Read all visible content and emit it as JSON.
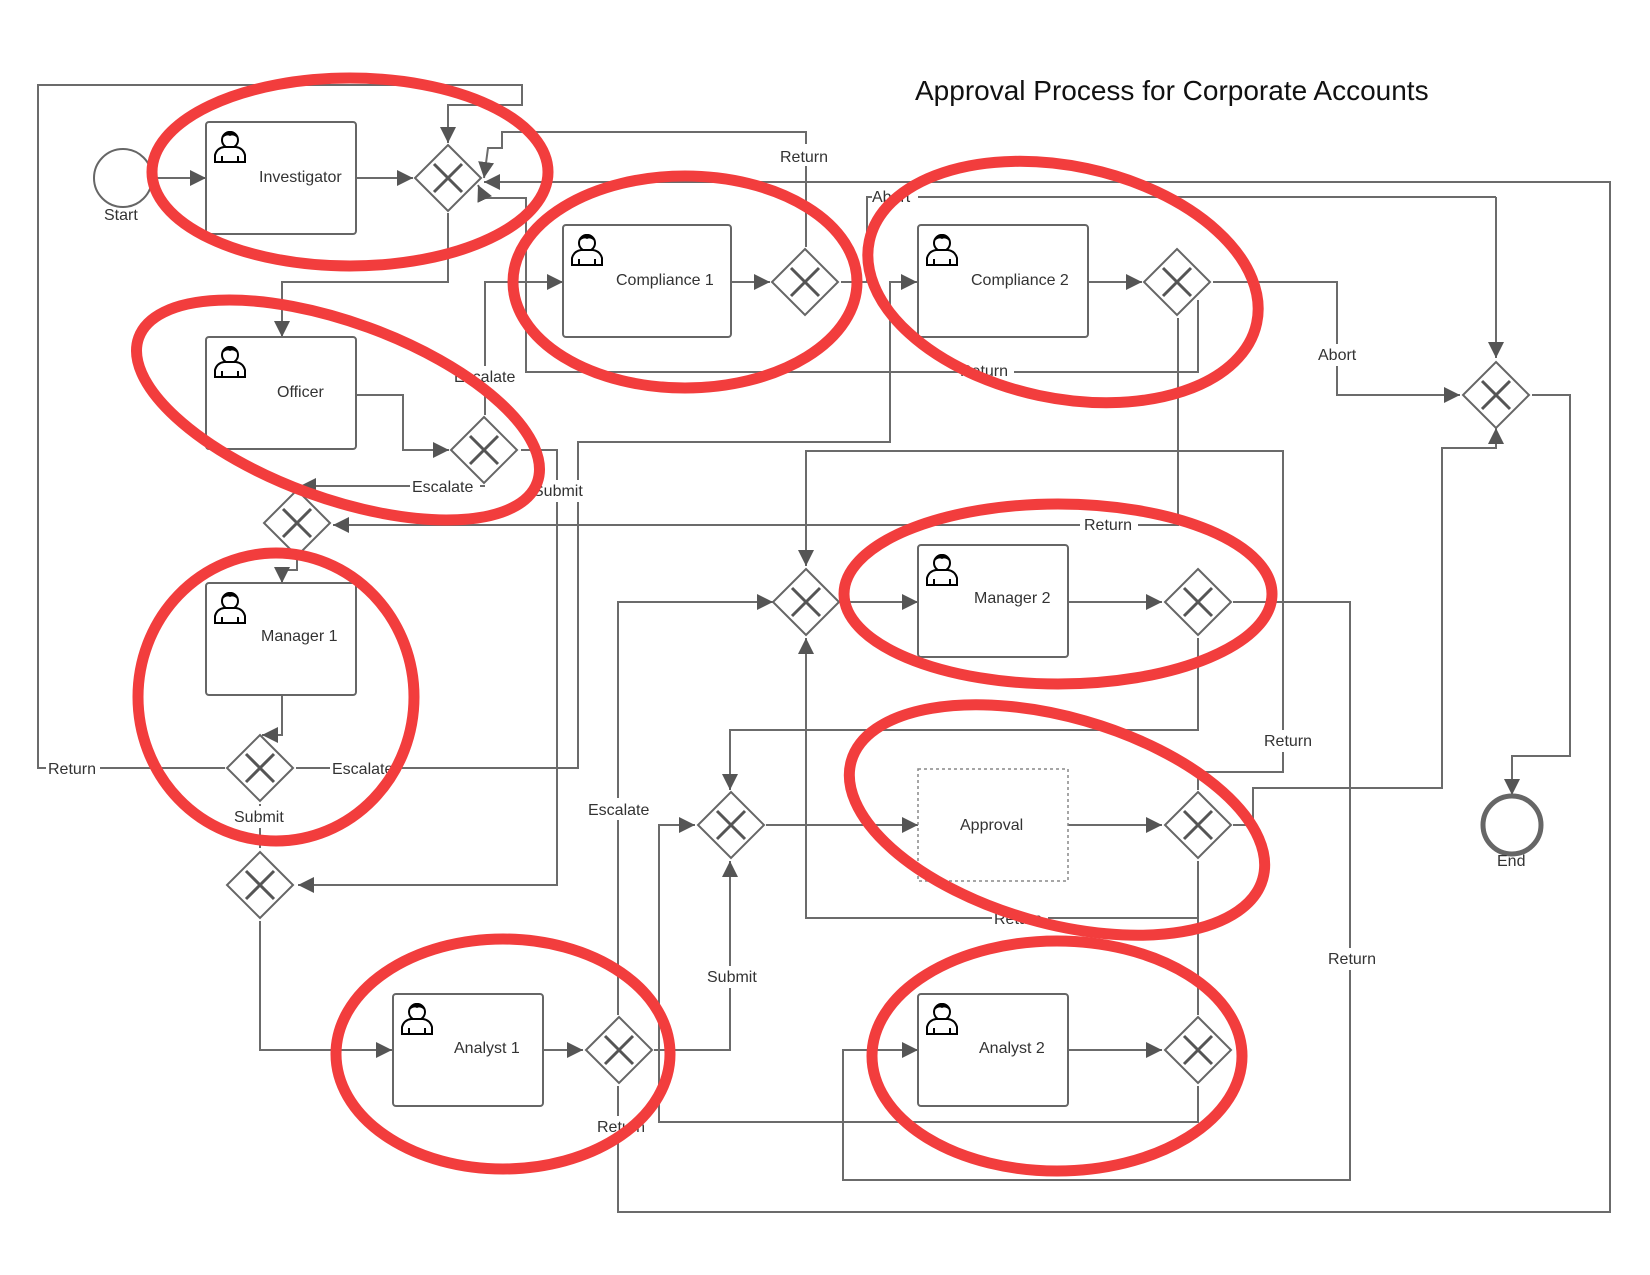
{
  "title": "Approval Process for Corporate Accounts",
  "events": {
    "start": "Start",
    "end": "End"
  },
  "tasks": {
    "investigator": "Investigator",
    "compliance1": "Compliance 1",
    "compliance2": "Compliance 2",
    "officer": "Officer",
    "manager1": "Manager 1",
    "manager2": "Manager 2",
    "approval": "Approval",
    "analyst1": "Analyst 1",
    "analyst2": "Analyst 2"
  },
  "edge_labels": {
    "return_compliance1": "Return",
    "abort_compliance1": "Abort",
    "abort_compliance2": "Abort",
    "return_compliance2": "Return",
    "escalate_officer_up": "Escalate",
    "escalate_officer_left": "Escalate",
    "submit_officer": "Submit",
    "return_manager2": "Return",
    "return_manager1": "Return",
    "escalate_manager1": "Escalate",
    "submit_manager1": "Submit",
    "escalate_analyst1": "Escalate",
    "return_approval": "Return",
    "return_approval_bottom": "Return",
    "submit_analyst1": "Submit",
    "return_analyst2": "Return",
    "return_analyst1": "Return"
  },
  "colors": {
    "highlight": "#f23d3d",
    "line": "#6b6b6b",
    "box_border": "#666666"
  },
  "icons": {
    "task": "user-icon",
    "gateway": "exclusive-gateway-x-icon"
  }
}
